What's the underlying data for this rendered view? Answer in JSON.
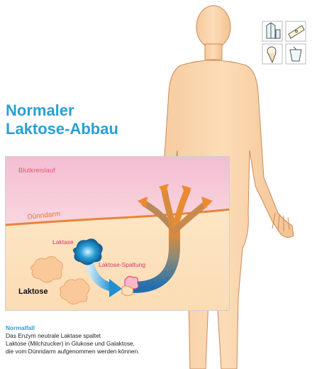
{
  "title": {
    "line1": "Normaler",
    "line2": "Laktose-Abbau"
  },
  "diagram": {
    "blood_label": "Blutkreislauf",
    "small_intestine_label": "Dünndarm",
    "enzyme_label": "Laktase",
    "cleavage_label": "Laktose-Spaltung",
    "substrate_label": "Laktose"
  },
  "caption": {
    "heading": "Normalfall",
    "line1": "Das Enzym neutrale Laktase spaltet",
    "line2": "Laktose (Milchzucker) in Glukose und Galaktose,",
    "line3": "die vom Dünndarm aufgenommen werden können."
  },
  "icons": [
    "milk-carton-icon",
    "cheese-icon",
    "ice-cream-icon",
    "yogurt-icon"
  ],
  "colors": {
    "accent": "#2a9fd6",
    "skin": "#fbd9b3",
    "blood": "#f7c4d6",
    "intestine_line": "#e8843a",
    "arrow_blue": "#1f8fd0",
    "enzyme_pink": "#e0306b"
  }
}
